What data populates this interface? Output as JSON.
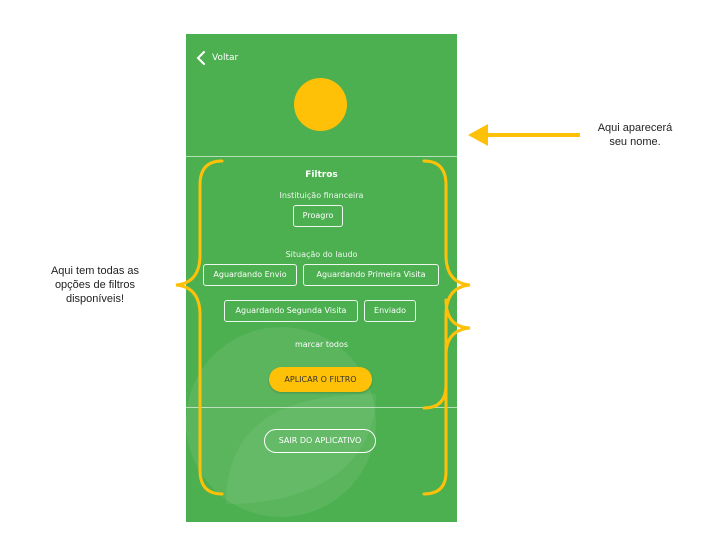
{
  "header": {
    "back_label": "Voltar"
  },
  "filters": {
    "title": "Filtros",
    "institution_label": "Instituição financeira",
    "institution_options": [
      "Proagro"
    ],
    "status_label": "Situação do laudo",
    "status_options": [
      "Aguardando Envio",
      "Aguardando Primeira Visita",
      "Aguardando Segunda Visita",
      "Enviado"
    ],
    "select_all": "marcar todos",
    "apply_button": "APLICAR O FILTRO"
  },
  "logout_button": "SAIR DO APLICATIVO",
  "annotations": {
    "name_note_line1": "Aqui aparecerá",
    "name_note_line2": "seu nome.",
    "filters_note_line1": "Aqui tem todas as",
    "filters_note_line2": "opções de filtros",
    "filters_note_line3": "disponíveis!"
  },
  "colors": {
    "background": "#4caf50",
    "accent": "#ffc107",
    "annotation": "#ffc107"
  },
  "icons": {
    "back": "chevron-left-icon",
    "avatar": "avatar-circle",
    "watermark": "leaf-logo-icon"
  }
}
